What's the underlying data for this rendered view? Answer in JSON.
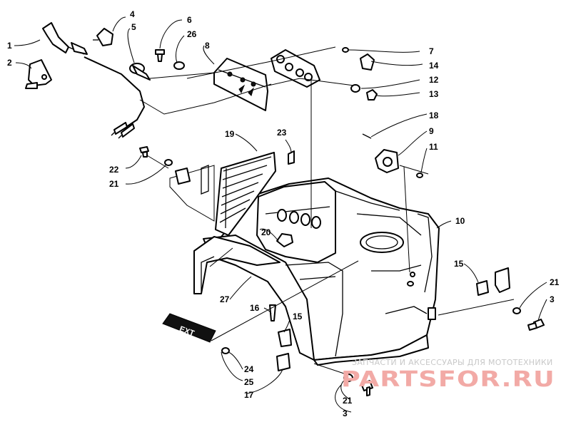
{
  "callouts": [
    "1",
    "2",
    "4",
    "5",
    "6",
    "26",
    "8",
    "7",
    "14",
    "12",
    "13",
    "18",
    "9",
    "11",
    "19",
    "23",
    "22",
    "21",
    "20",
    "10",
    "15",
    "21",
    "3",
    "27",
    "16",
    "15",
    "24",
    "25",
    "17",
    "21",
    "3"
  ],
  "badge_text": "EXT",
  "watermark": {
    "caption": "ЗАПЧАСТИ И АКСЕССУАРЫ ДЛЯ МОТОТЕХНИКИ",
    "logo": "PARTSFOR.RU"
  }
}
